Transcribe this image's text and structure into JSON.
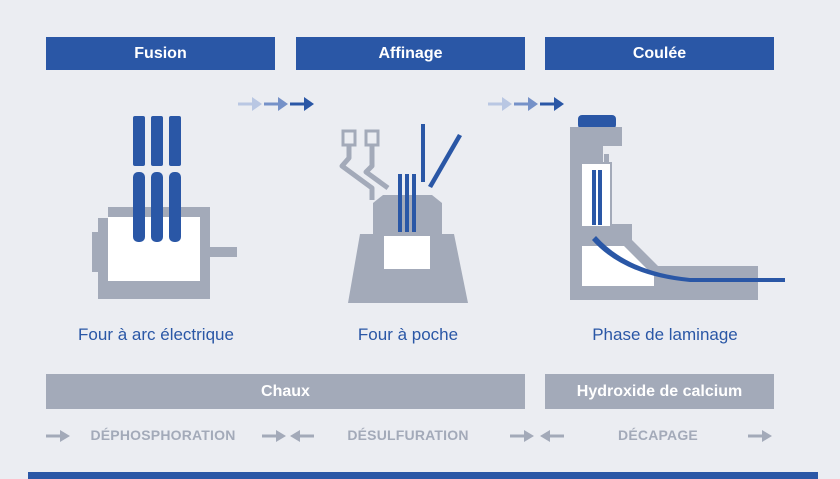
{
  "colors": {
    "primary": "#2a57a6",
    "grey": "#a3aab9",
    "background": "#ebedf2"
  },
  "stages": [
    {
      "title": "Fusion",
      "caption": "Four à arc électrique"
    },
    {
      "title": "Affinage",
      "caption": "Four à poche"
    },
    {
      "title": "Coulée",
      "caption": "Phase de laminage"
    }
  ],
  "chemicals": {
    "left": "Chaux",
    "right": "Hydroxide de calcium"
  },
  "processes": [
    "DÉPHOSPHORATION",
    "DÉSULFURATION",
    "DÉCAPAGE"
  ]
}
